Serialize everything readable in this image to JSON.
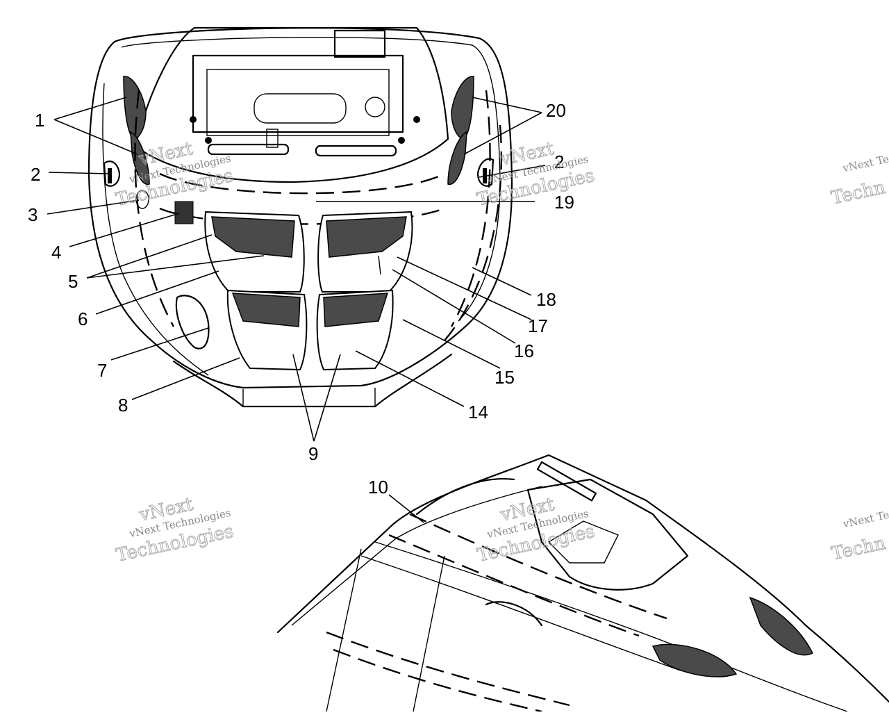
{
  "diagram": {
    "callouts": [
      {
        "id": "c1",
        "label": "1"
      },
      {
        "id": "c2l",
        "label": "2"
      },
      {
        "id": "c3",
        "label": "3"
      },
      {
        "id": "c4",
        "label": "4"
      },
      {
        "id": "c5",
        "label": "5"
      },
      {
        "id": "c6",
        "label": "6"
      },
      {
        "id": "c7",
        "label": "7"
      },
      {
        "id": "c8",
        "label": "8"
      },
      {
        "id": "c9",
        "label": "9"
      },
      {
        "id": "c10",
        "label": "10"
      },
      {
        "id": "c14",
        "label": "14"
      },
      {
        "id": "c15",
        "label": "15"
      },
      {
        "id": "c16",
        "label": "16"
      },
      {
        "id": "c17",
        "label": "17"
      },
      {
        "id": "c18",
        "label": "18"
      },
      {
        "id": "c19",
        "label": "19"
      },
      {
        "id": "c2r",
        "label": "2"
      },
      {
        "id": "c20",
        "label": "20"
      }
    ]
  },
  "watermark": {
    "line1": "vNext Technologies",
    "line2": "Technologies",
    "line3": "vNext",
    "partial_line1": "vNext Te",
    "partial_line2": "Techn"
  }
}
